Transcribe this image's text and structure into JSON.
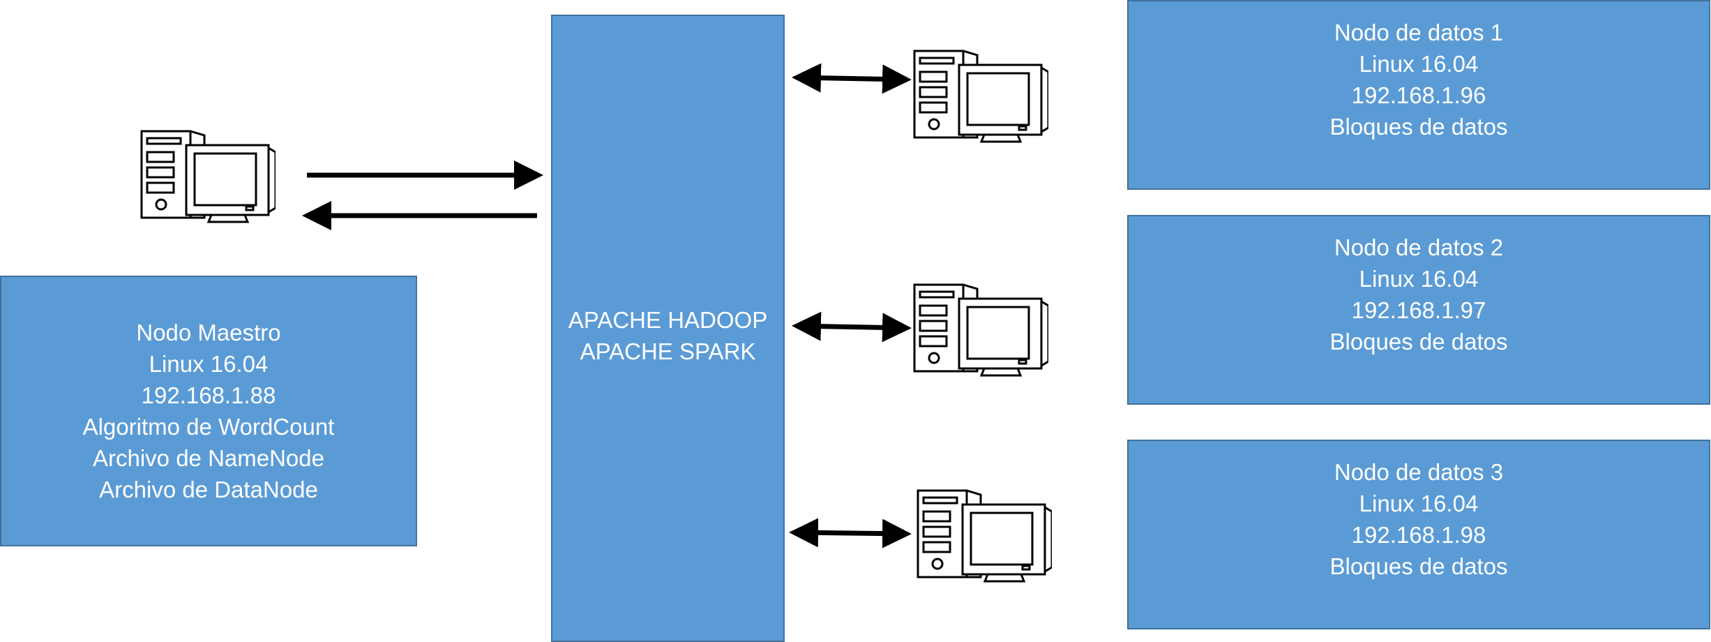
{
  "colors": {
    "box_fill": "#5b9bd5",
    "box_border": "#41719c",
    "text": "#ffffff",
    "arrow": "#000000"
  },
  "icons": {
    "computer": "desktop-computer-icon"
  },
  "master": {
    "lines": [
      "Nodo Maestro",
      "Linux 16.04",
      "192.168.1.88",
      "Algoritmo de WordCount",
      "Archivo de NameNode",
      "Archivo de DataNode"
    ]
  },
  "cluster": {
    "lines": [
      "APACHE HADOOP",
      "APACHE SPARK"
    ]
  },
  "data_nodes": [
    {
      "lines": [
        "Nodo de datos 1",
        "Linux 16.04",
        "192.168.1.96",
        "Bloques de datos"
      ]
    },
    {
      "lines": [
        "Nodo de datos 2",
        "Linux 16.04",
        "192.168.1.97",
        "Bloques de datos"
      ]
    },
    {
      "lines": [
        "Nodo de datos 3",
        "Linux 16.04",
        "192.168.1.98",
        "Bloques de datos"
      ]
    }
  ]
}
